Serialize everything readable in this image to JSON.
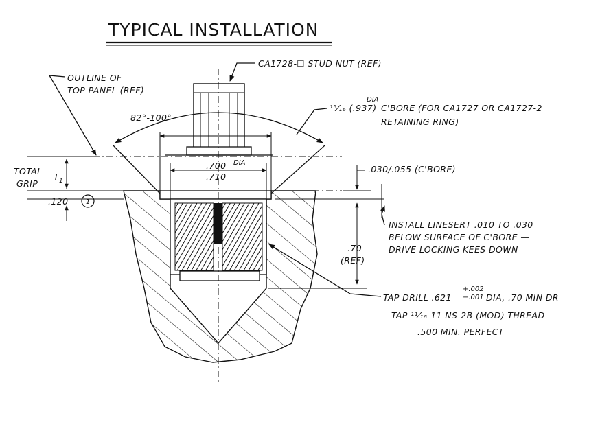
{
  "title": "TYPICAL INSTALLATION",
  "labels": {
    "stud_nut": "CA1728-☐ STUD NUT (REF)",
    "outline_1": "OUTLINE OF",
    "outline_2": "TOP PANEL (REF)",
    "angle": "82°-100°",
    "cbore_dia_sup": "DIA",
    "cbore_dia": "¹⁵⁄₁₆ (.937)",
    "cbore_1": "C'BORE (FOR CA1727 OR CA1727-2",
    "cbore_2": "RETAINING RING)",
    "dia_sup": "DIA",
    "dia_top": ".700",
    "dia_bot": ".710",
    "cbore_depth": ".030/.055 (C'BORE)",
    "total_1": "TOTAL",
    "total_2": "GRIP",
    "t1": "T",
    "t1_sub": "1",
    "dim_120": ".120",
    "note_flag": "1",
    "install_1": "INSTALL LINESERT .010 TO .030",
    "install_2": "BELOW SURFACE OF C'BORE —",
    "install_3": "DRIVE LOCKING KEES DOWN",
    "dim_70": ".70",
    "dim_70_ref": "(REF)",
    "tap_1": "TAP DRILL .621",
    "tap_tol_top": "+.002",
    "tap_tol_bot": "−.001",
    "tap_1b": "DIA, .70 MIN DR",
    "tap_2": "TAP ¹¹⁄₁₆-11 NS-2B (MOD) THREAD",
    "tap_3": ".500 MIN. PERFECT"
  }
}
